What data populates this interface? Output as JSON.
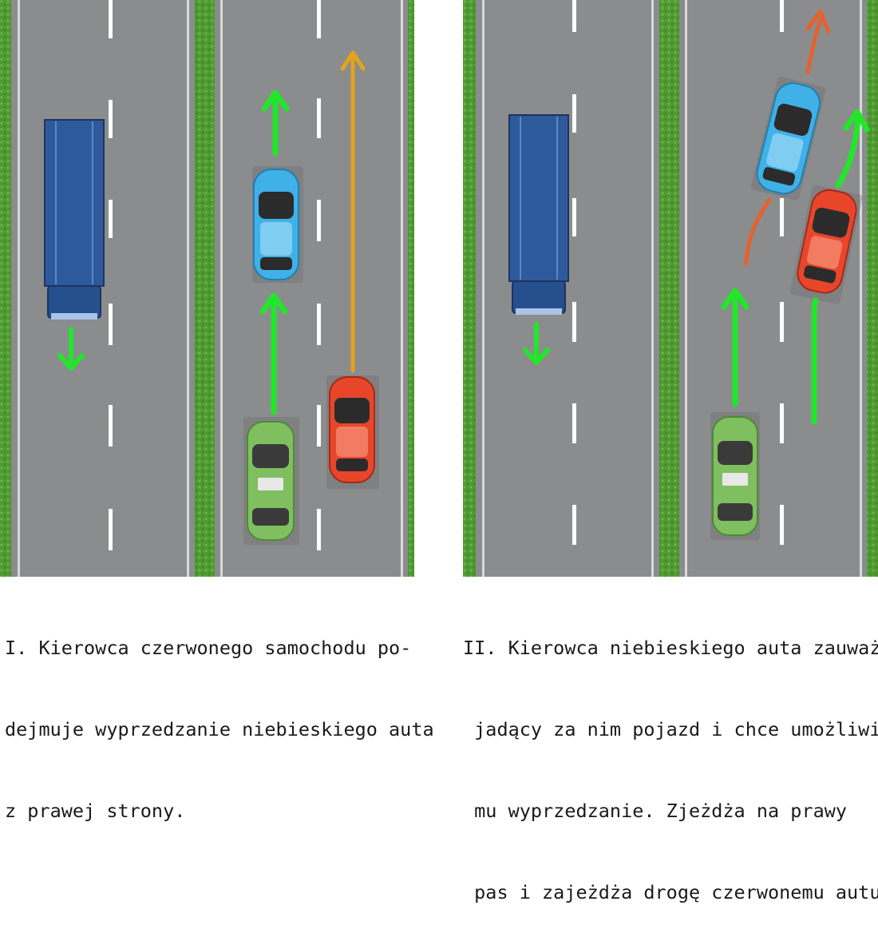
{
  "panels": [
    {
      "id": "I",
      "caption_lines": [
        "I. Kierowca czerwonego samochodu po-",
        "dejmuje wyprzedzanie niebieskiego auta",
        "z prawej strony."
      ]
    },
    {
      "id": "II",
      "caption_lines": [
        "II. Kierowca niebieskiego auta zauważa",
        " jadący za nim pojazd i chce umożliwić",
        " mu wyprzedzanie. Zjeżdża na prawy",
        " pas i zajeżdża drogę czerwonemu autu"
      ]
    }
  ],
  "colors": {
    "grass": "#5aa23a",
    "asphalt": "#8b8c8e",
    "lane_marking": "#ffffff",
    "truck": "#2e5a9c",
    "car_blue": "#3fb1e6",
    "car_red": "#e8462b",
    "car_green": "#7fbf5f",
    "arrow_green": "#22e62a",
    "arrow_orange_panel1": "#e3a41c",
    "arrow_orange_panel2": "#e4622e"
  }
}
